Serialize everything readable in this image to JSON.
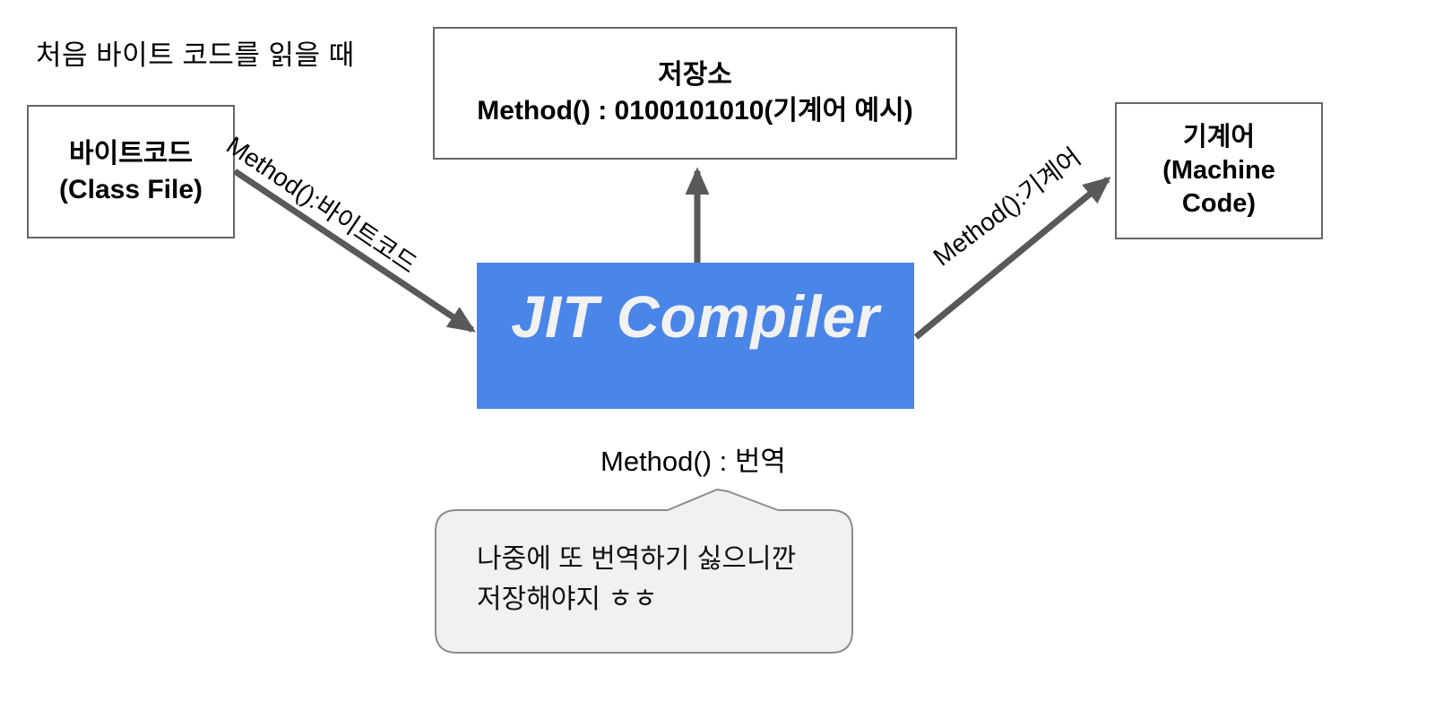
{
  "title": "처음 바이트 코드를 읽을 때",
  "boxes": {
    "bytecode": {
      "line1": "바이트코드",
      "line2": "(Class File)"
    },
    "storage": {
      "line1": "저장소",
      "line2": "Method() : 0100101010(기계어 예시)"
    },
    "machine": {
      "line1": "기계어",
      "line2": "(Machine",
      "line3": "Code)"
    },
    "jit": {
      "label": "JIT Compiler"
    }
  },
  "edges": {
    "bytecode_to_jit": {
      "label": "Method():바이트코드"
    },
    "jit_to_storage": {
      "label": ""
    },
    "jit_to_machine": {
      "label": "Method():기계어"
    }
  },
  "translate_label": "Method() : 번역",
  "bubble": {
    "line1": "나중에 또 번역하기 싫으니깐",
    "line2": "저장해야지 ㅎㅎ"
  },
  "colors": {
    "jit_blue": "#4a85e8",
    "arrow_gray": "#595959",
    "box_border": "#666666",
    "bubble_fill": "#f1f1f1",
    "bubble_border": "#8c8c8c",
    "jit_text": "#f2f2f2"
  }
}
